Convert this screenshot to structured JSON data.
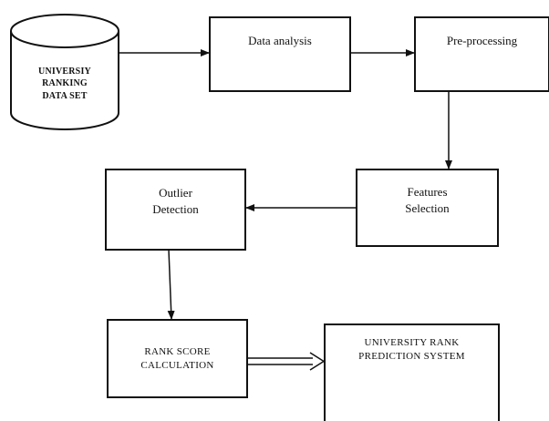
{
  "nodes": {
    "dataset": {
      "line1": "UNIVERSIY",
      "line2": "RANKING",
      "line3": "DATA SET"
    },
    "data_analysis": {
      "label": "Data analysis"
    },
    "preprocessing": {
      "label": "Pre-processing"
    },
    "features_selection": {
      "line1": "Features",
      "line2": "Selection"
    },
    "outlier_detection": {
      "line1": "Outlier",
      "line2": "Detection"
    },
    "rank_score": {
      "line1": "RANK SCORE",
      "line2": "CALCULATION"
    },
    "prediction_system": {
      "line1": "UNIVERSITY RANK",
      "line2": "PREDICTION SYSTEM"
    }
  },
  "edges": [
    {
      "from": "dataset",
      "to": "data_analysis"
    },
    {
      "from": "data_analysis",
      "to": "preprocessing"
    },
    {
      "from": "preprocessing",
      "to": "features_selection"
    },
    {
      "from": "features_selection",
      "to": "outlier_detection"
    },
    {
      "from": "outlier_detection",
      "to": "rank_score"
    },
    {
      "from": "rank_score",
      "to": "prediction_system",
      "style": "double"
    }
  ]
}
